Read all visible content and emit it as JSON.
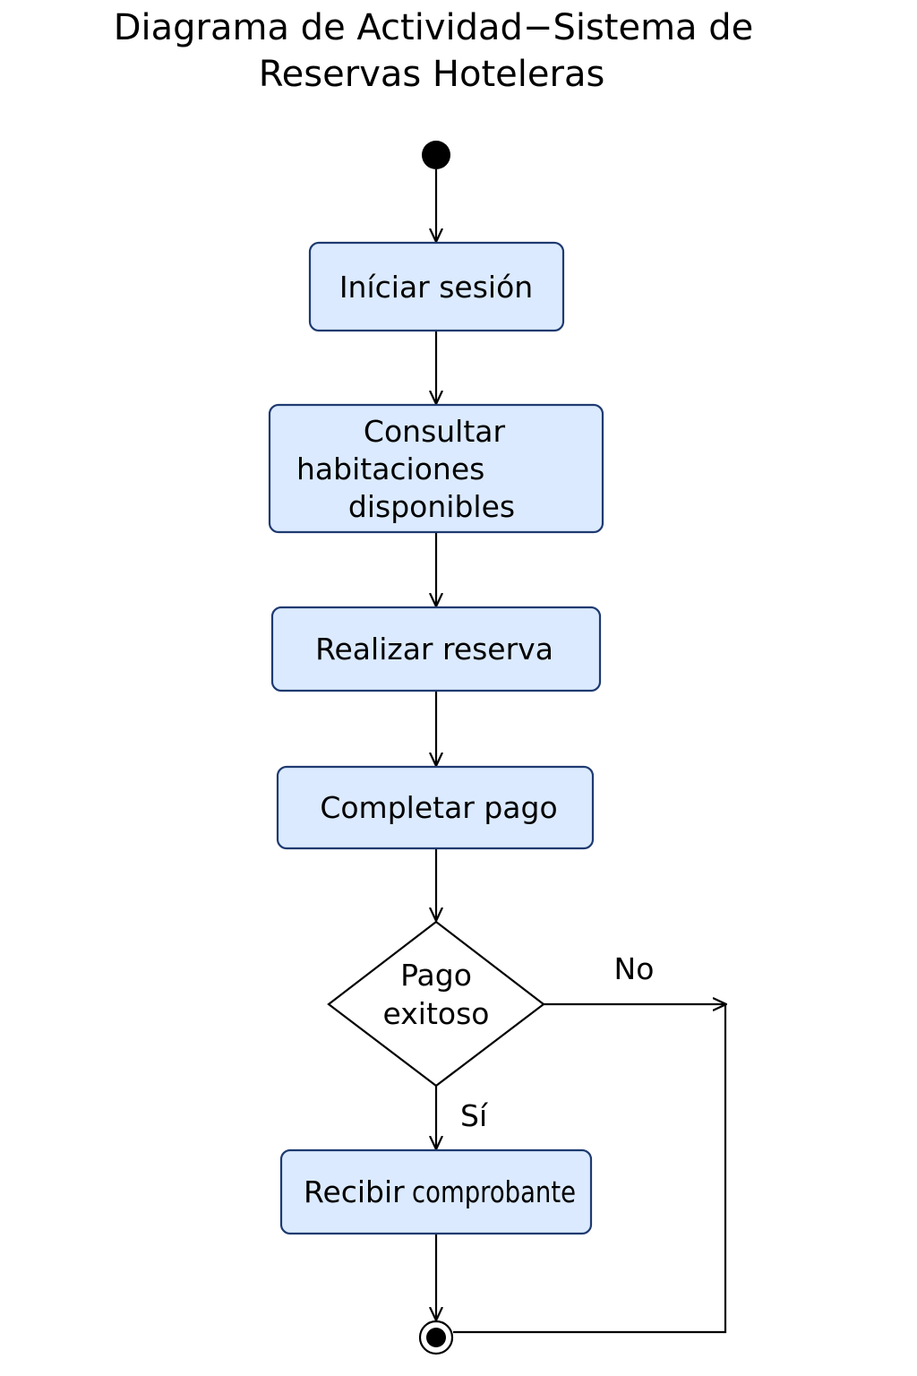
{
  "title": {
    "line1": "Diagrama de Actividad−Sistema de",
    "line2": "Reservas Hoteleras"
  },
  "colors": {
    "node_fill": "#dbeafe",
    "node_stroke": "#1e3a70",
    "line": "#000000"
  },
  "nodes": {
    "start": {
      "kind": "initial-node"
    },
    "iniciar_sesion": {
      "label": "Iníciar sesión"
    },
    "consultar": {
      "line1": "Consultar",
      "line2": "habitaciones",
      "line3": "disponibles"
    },
    "realizar_reserva": {
      "label": "Realizar reserva"
    },
    "completar_pago": {
      "label": "Completar pago"
    },
    "decision": {
      "line1": "Pago",
      "line2": "exitoso"
    },
    "recibir": {
      "part1": "Recibir",
      "part2": "comprobante"
    },
    "end": {
      "kind": "final-node"
    }
  },
  "edges": {
    "no_label": "No",
    "si_label": "Sí"
  }
}
